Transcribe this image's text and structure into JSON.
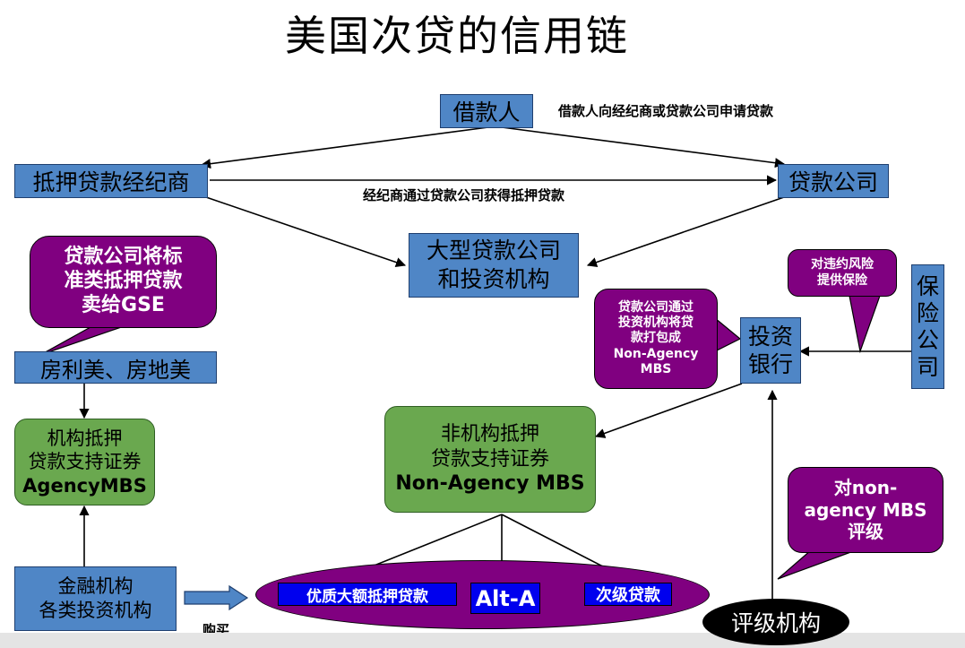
{
  "title": "美国次贷的信用链",
  "nodes": {
    "borrower": "借款人",
    "broker": "抵押贷款经纪商",
    "lender": "贷款公司",
    "large_lender": [
      "大型贷款公司",
      "和投资机构"
    ],
    "gse": "房利美、房地美",
    "agency_mbs": [
      "机构抵押",
      "贷款支持证券",
      "AgencyMBS"
    ],
    "non_agency_mbs": [
      "非机构抵押",
      "贷款支持证券",
      "Non-Agency MBS"
    ],
    "investment_bank": [
      "投资",
      "银行"
    ],
    "insurance": [
      "保",
      "险",
      "公",
      "司"
    ],
    "financial_institutions": [
      "金融机构",
      "各类投资机构"
    ],
    "rating_agency": "评级机构"
  },
  "edge_labels": {
    "borrower_apply": "借款人向经纪商或贷款公司申请贷款",
    "broker_via_lender": "经纪商通过贷款公司获得抵押贷款",
    "buy": "购买"
  },
  "callouts": {
    "sell_to_gse": [
      "贷款公司将标",
      "准类抵押贷款",
      "卖给GSE"
    ],
    "default_insurance": [
      "对违约风险",
      "提供保险"
    ],
    "package": [
      "贷款公司通过",
      "投资机构将贷",
      "款打包成",
      "Non-Agency",
      "MBS"
    ],
    "rating": [
      "对non-",
      "agency MBS",
      "评级"
    ]
  },
  "loan_types": [
    "优质大额抵押贷款",
    "Alt-A",
    "次级贷款"
  ],
  "colors": {
    "blue_box": "#4f86c6",
    "green_box": "#6aa84f",
    "purple_callout": "#800080",
    "loan_tag": "#0000ee",
    "rating_oval": "#000000"
  }
}
